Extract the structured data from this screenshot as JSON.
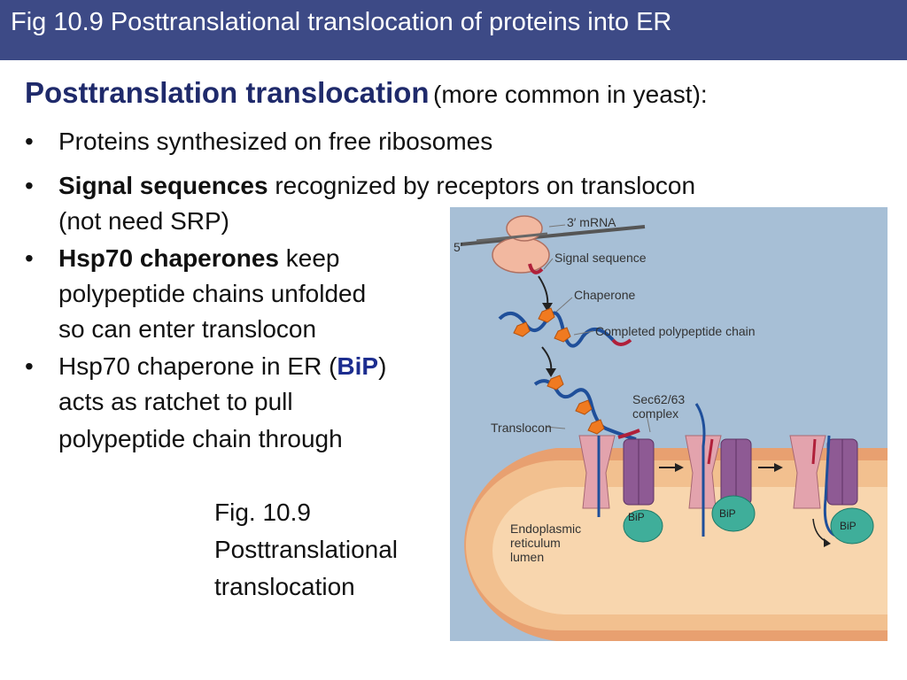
{
  "slide": {
    "title": "Fig 10.9  Posttranslational translocation of proteins into ER"
  },
  "heading": {
    "main": "Posttranslation translocation",
    "note": "(more common in yeast):"
  },
  "bullets": [
    {
      "marker": "•",
      "line1": "Proteins synthesized on free ribosomes"
    },
    {
      "marker": "•",
      "bold": "Signal sequences",
      "line1_rest": " recognized by receptors on translocon",
      "line2": "(not need SRP)"
    },
    {
      "marker": "•",
      "bold": "Hsp70 chaperones",
      "line1_rest": " keep",
      "line2": "polypeptide chains unfolded",
      "line3": "so can enter translocon"
    },
    {
      "marker": "•",
      "line1_pre": "Hsp70 chaperone in ER (",
      "emph": "BiP",
      "line1_post": ")",
      "line2": "acts as ratchet to pull",
      "line3": "polypeptide chain through"
    }
  ],
  "caption": {
    "line1": "Fig. 10.9",
    "line2": "Posttranslational",
    "line3": "translocation"
  },
  "figure": {
    "labels": {
      "mrna3": "3′ mRNA",
      "five_prime": "5′",
      "signal_sequence": "Signal sequence",
      "chaperone": "Chaperone",
      "completed_chain": "Completed polypeptide chain",
      "sec_line1": "Sec62/63",
      "sec_line2": "complex",
      "translocon": "Translocon",
      "er_line1": "Endoplasmic",
      "er_line2": "reticulum",
      "er_line3": "lumen",
      "bip": "BiP"
    },
    "colors": {
      "cytosol": "#a7bfd6",
      "membrane_outer": "#e8a070",
      "lumen": "#f8d6ae",
      "ribosome": "#f2b8a0",
      "chaperone": "#f07a20",
      "chain_blue": "#1f4f9a",
      "chain_red": "#b0203a",
      "translocon": "#e3a3ad",
      "sec_complex": "#8e5a94",
      "bip": "#3fae9a"
    }
  }
}
